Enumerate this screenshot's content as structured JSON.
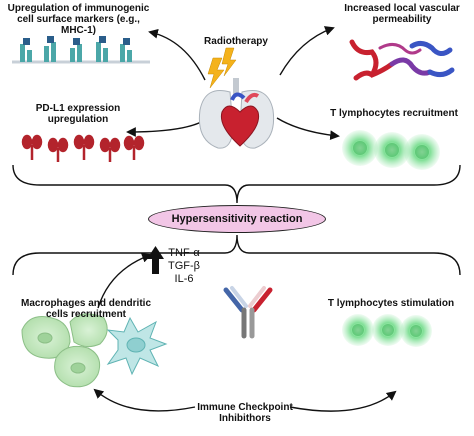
{
  "labels": {
    "mhc": "Upregulation of immunogenic cell surface markers (e.g., MHC-1)",
    "radiotherapy": "Radiotherapy",
    "vascular": "Increased local vascular permeability",
    "pdl1": "PD-L1 expression upregulation",
    "tcell_recruit": "T lymphocytes recruitment",
    "hypersensitivity": "Hypersensitivity reaction",
    "cytokines": [
      "TNF-α",
      "TGF-β",
      "IL-6"
    ],
    "macrophages": "Macrophages and dendritic cells recruitment",
    "tcell_stim": "T lymphocytes stimulation",
    "ici": "Immune Checkpoint Inhibithors"
  },
  "colors": {
    "pill_fill": "#f2c6e6",
    "tcell_green": "#6fd88a",
    "receptor_red": "#b3242c",
    "receptor_teal": "#4ba7a8",
    "vessel_red": "#c8212f",
    "vessel_blue": "#3a55c4",
    "lightning": "#f4b21b"
  },
  "icons": [
    "mhc-receptors-icon",
    "lightning-icon",
    "lungs-heart-icon",
    "blood-vessels-icon",
    "pdl1-receptors-icon",
    "t-cells-icon",
    "up-arrow-icon",
    "macrophage-cells-icon",
    "dendritic-cell-icon",
    "antibody-icon",
    "t-cells-stim-icon"
  ]
}
